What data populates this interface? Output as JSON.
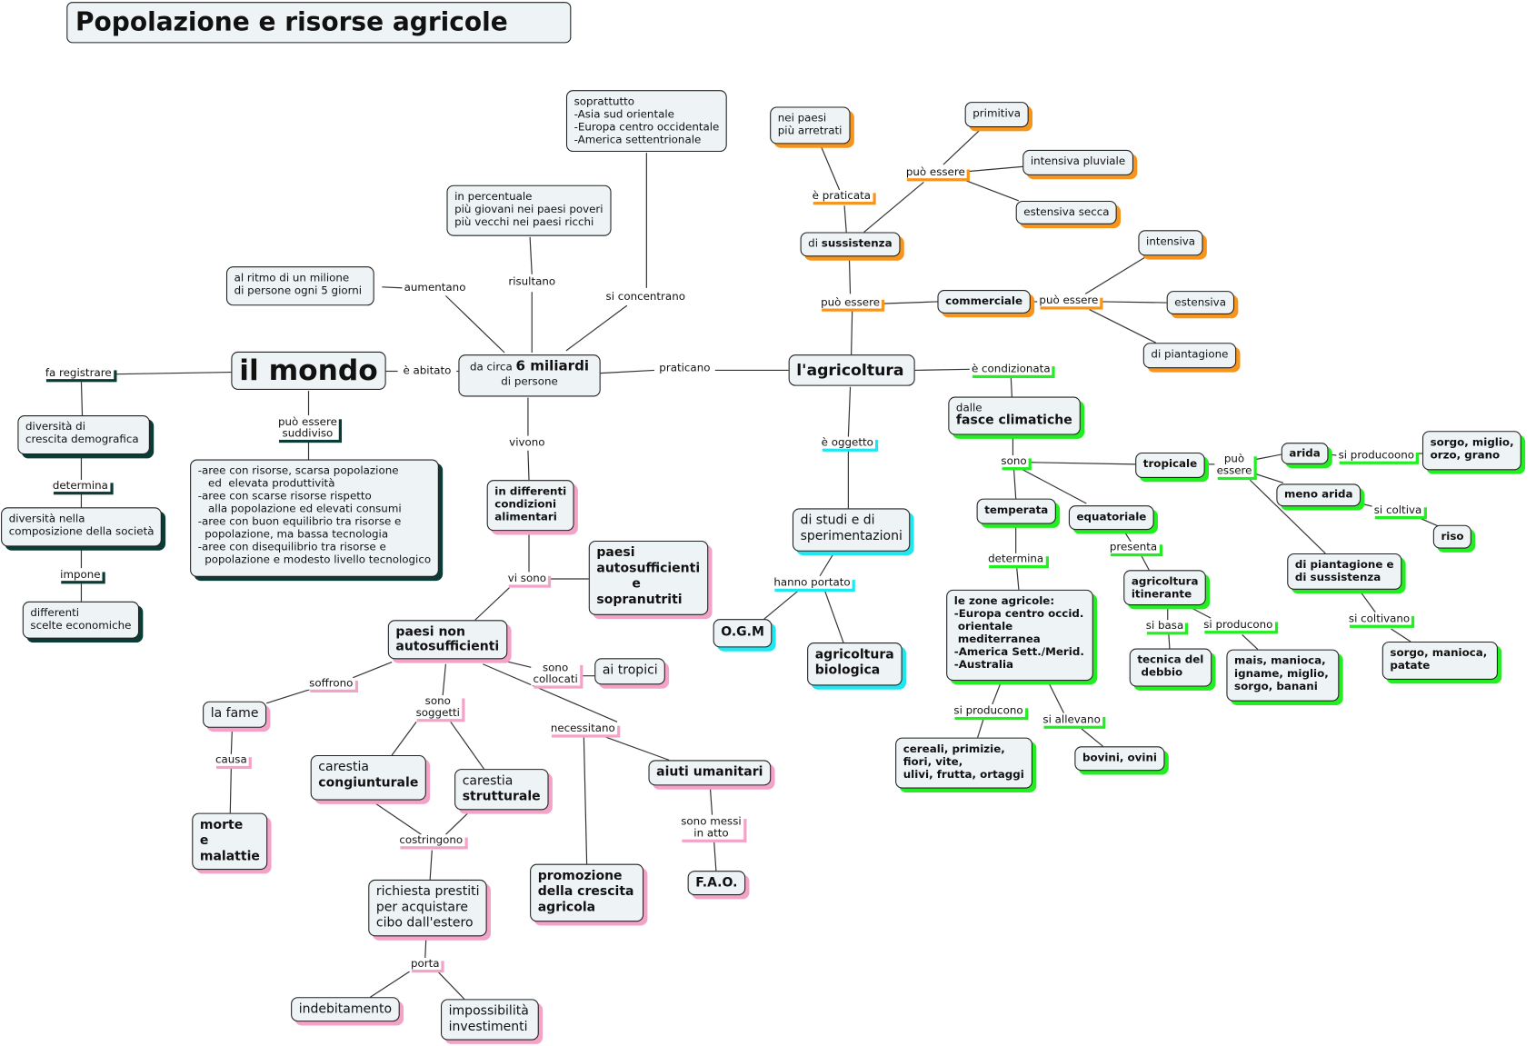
{
  "title": "Popolazione e risorse agricole",
  "colors": {
    "mondo_branch": "#0b3b36",
    "food_branch": "#f4a3c8",
    "agri_types": "#f7941d",
    "studies": "#1fe7f0",
    "climate": "#22ee22",
    "node_fill": "#eef3f5"
  },
  "nodes": {
    "mondo": "il mondo",
    "miliardi_pre": "da circa ",
    "miliardi_bold": "6 miliardi",
    "miliardi_post": "di persone",
    "agricoltura": "l'agricoltura",
    "ritmo": "al ritmo di un milione\ndi persone ogni 5 giorni",
    "percentuale": "in percentuale\npiù giovani nei paesi poveri\npiù vecchi nei paesi ricchi",
    "soprattutto": "soprattutto\n-Asia sud orientale\n-Europa centro occidentale\n-America settentrionale",
    "div_crescita": "diversità di\ncrescita demografica",
    "div_composizione": "diversità nella\ncomposizione della società",
    "scelte": "differenti\nscelte economiche",
    "aree": "-aree con risorse, scarsa popolazione\n   ed  elevata produttività\n-aree con scarse risorse rispetto\n   alla popolazione ed elevati consumi\n-aree con buon equilibrio tra risorse e\n  popolazione, ma bassa tecnologia\n-aree con disequilibrio tra risorse e\n  popolazione e modesto livello tecnologico",
    "condizioni": "in differenti\ncondizioni\nalimentari",
    "autosufficienti": "paesi\nautosufficienti\n        e\nsopranutriti",
    "non_autosufficienti": "paesi non\nautosufficienti",
    "tropici": "ai tropici",
    "fame": "la fame",
    "morte": "morte\ne\nmalattie",
    "carestia_c_pre": "carestia",
    "carestia_c_bold": "congiunturale",
    "carestia_s_pre": "carestia",
    "carestia_s_bold": "strutturale",
    "richiesta": "richiesta prestiti\nper acquistare\ncibo dall'estero",
    "indebitamento": "indebitamento",
    "impossibilita": "impossibilità\ninvestimenti",
    "promozione": "promozione\ndella crescita\nagricola",
    "aiuti": "aiuti umanitari",
    "fao": "F.A.O.",
    "nei_paesi": "nei paesi\npiù arretrati",
    "primitiva": "primitiva",
    "pluviale": "intensiva pluviale",
    "secca": "estensiva secca",
    "sussistenza_pre": "di ",
    "sussistenza_bold": "sussistenza",
    "commerciale": "commerciale",
    "intensiva": "intensiva",
    "estensiva": "estensiva",
    "piantagione": "di piantagione",
    "fasce_pre": "dalle",
    "fasce_bold": "fasce climatiche",
    "studi": "di studi e di\nsperimentazioni",
    "ogm": "O.G.M",
    "biologica": "agricoltura\nbiologica",
    "tropicale": "tropicale",
    "temperata": "temperata",
    "equatoriale": "equatoriale",
    "arida": "arida",
    "sorgo_miglio": "sorgo, miglio,\norzo, grano",
    "meno_arida": "meno arida",
    "riso": "riso",
    "piant_suss": "di piantagione e\ndi sussistenza",
    "sorgo_manioca": "sorgo, manioca,\npatate",
    "itinerante": "agricoltura\nitinerante",
    "debbio": "tecnica del\n debbio",
    "mais": "mais, manioca,\nigname, miglio,\nsorgo, banani",
    "zone": "le zone agricole:\n-Europa centro occid.\n orientale\n mediterranea\n-America Sett./Merid.\n-Australia",
    "cereali": "cereali, primizie,\nfiori, vite,\nulivi, frutta, ortaggi",
    "bovini": "bovini, ovini"
  },
  "links": {
    "aumentano": "aumentano",
    "risultano": "risultano",
    "si_concentrano": "si concentrano",
    "abitato": "è abitato",
    "praticano": "praticano",
    "fa_registrare": "fa registrare",
    "suddiviso": "può essere\nsuddiviso",
    "determina1": "determina",
    "impone": "impone",
    "vivono": "vivono",
    "vi_sono": "vi sono",
    "soffrono": "soffrono",
    "soggetti": "sono\nsoggetti",
    "collocati": "sono\ncollocati",
    "necessitano": "necessitano",
    "causa": "causa",
    "costringono": "costringono",
    "porta": "porta",
    "messi": "sono messi\nin atto",
    "praticata": "è praticata",
    "puo1": "può essere",
    "puo2": "può essere",
    "puo3": "può essere",
    "condizionata": "è condizionata",
    "oggetto": "è oggetto",
    "portato": "hanno portato",
    "sono": "sono",
    "puo4": "può\nessere",
    "producoono": "si producoono",
    "coltiva": "si coltiva",
    "coltivano": "si coltivano",
    "presenta": "presenta",
    "determina2": "determina",
    "basa": "si basa",
    "producono1": "si producono",
    "producono2": "si producono",
    "allevano": "si allevano"
  }
}
